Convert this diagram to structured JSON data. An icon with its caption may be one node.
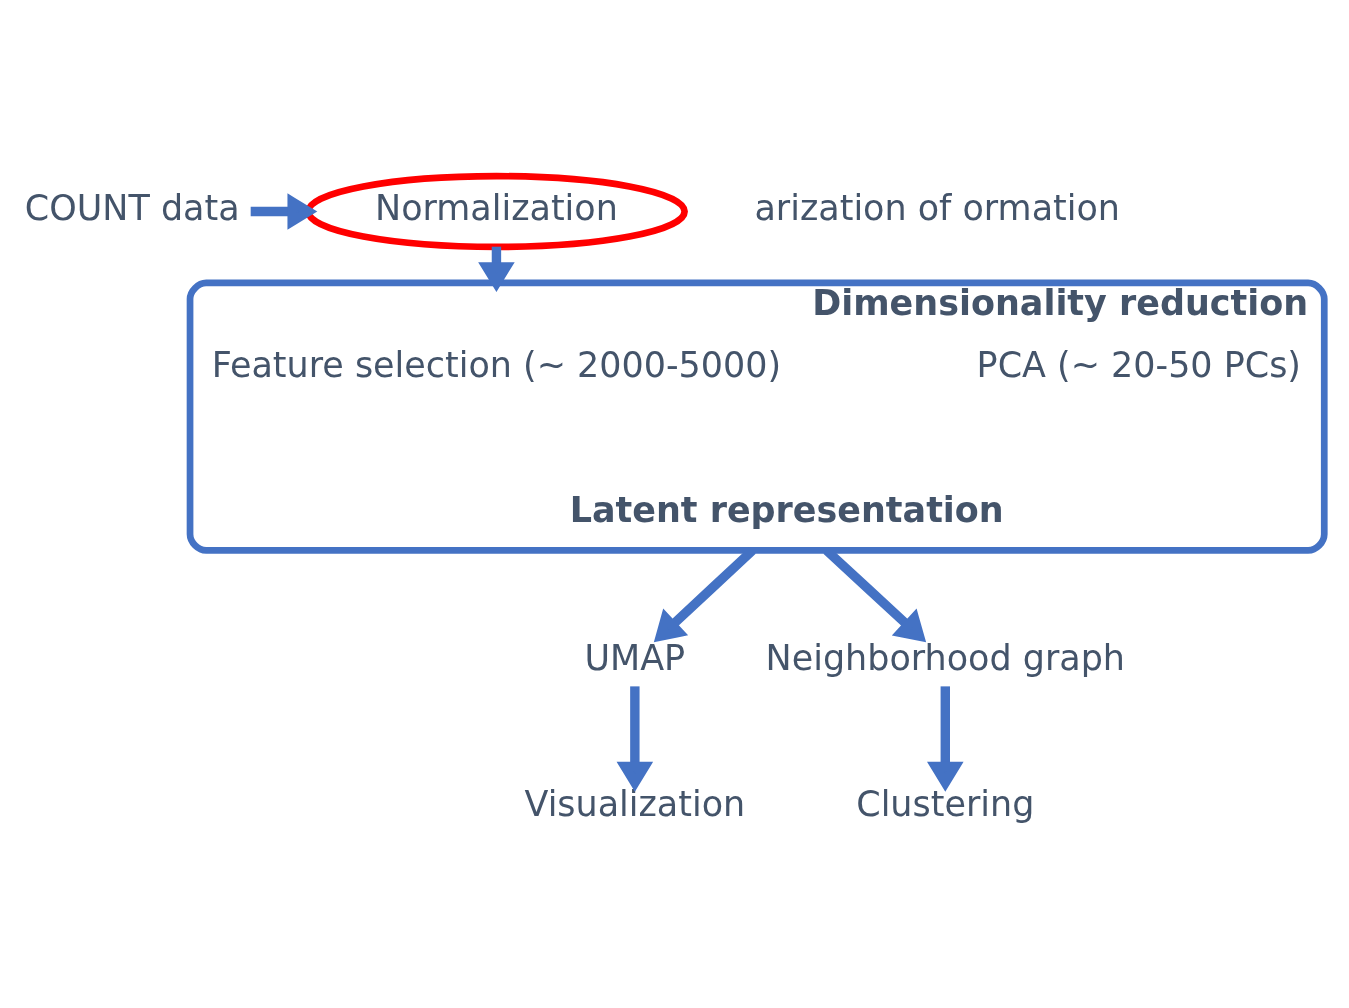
{
  "diagram": {
    "nodes": [
      {
        "text": [
          "COUNT data"
        ]
      },
      {
        "text": [
          "Normalization"
        ]
      },
      {
        "text": [
          "Dimensionality reduction"
        ]
      },
      {
        "text": [
          "Feature selection (~ 2000-5000)"
        ],
        "in": 2
      },
      {
        "text": [
          "PCA (~ 20-50 PCs)"
        ],
        "in": 2
      },
      {
        "text": [
          "Latent representation"
        ],
        "in": 2
      },
      {
        "text": [
          "UMAP"
        ]
      },
      {
        "text": [
          "Neighborhood graph"
        ]
      },
      {
        "text": [
          "Visualization"
        ]
      },
      {
        "text": [
          "Clustering"
        ]
      }
    ],
    "edges": [
      {
        "from": 0,
        "to": 1,
        "arrow": "to"
      },
      {
        "from": 1,
        "to": 2,
        "arrow": "to"
      },
      {
        "from": 2,
        "to": 6,
        "arrow": "to"
      },
      {
        "from": 2,
        "to": 7,
        "arrow": "to"
      },
      {
        "from": 6,
        "to": 8,
        "arrow": "to"
      },
      {
        "from": 7,
        "to": 9,
        "arrow": "to"
      }
    ],
    "labels": [
      "arization of ormation"
    ]
  }
}
